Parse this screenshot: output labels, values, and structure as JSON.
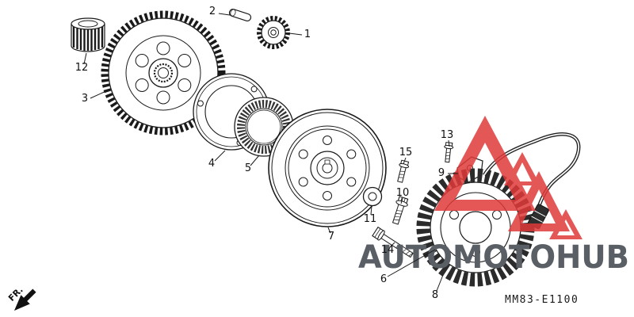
{
  "figure": {
    "part_code": "MM83-E1100",
    "fr_label": "FR.",
    "watermark_text": "AUTOMOTOHUB",
    "colors": {
      "logo_red": "#e03a3a",
      "watermark_gray": "#5a5f66",
      "line_black": "#1a1a1a"
    },
    "callouts": [
      "1",
      "2",
      "3",
      "4",
      "5",
      "6",
      "7",
      "8",
      "9",
      "10",
      "11",
      "12",
      "13",
      "14",
      "15"
    ]
  }
}
